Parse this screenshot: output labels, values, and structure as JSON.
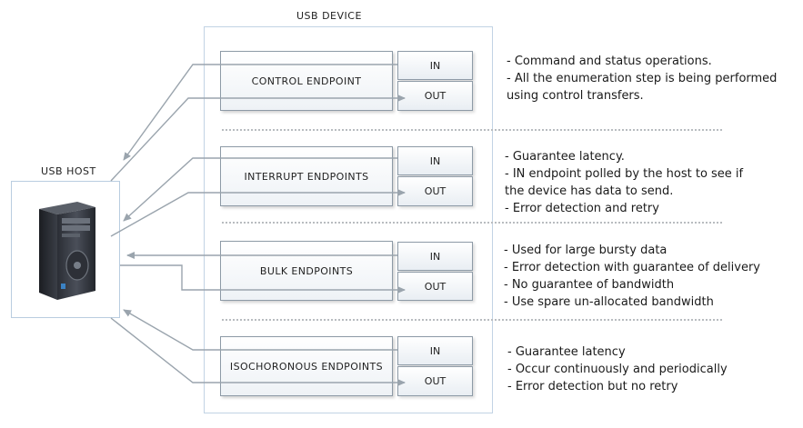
{
  "titles": {
    "host": "USB HOST",
    "device": "USB DEVICE"
  },
  "endpoints": [
    {
      "name": "CONTROL ENDPOINT",
      "in": "IN",
      "out": "OUT",
      "notes": [
        "- Command and status operations.",
        "- All the enumeration step is being performed",
        "using control transfers."
      ]
    },
    {
      "name": "INTERRUPT ENDPOINTS",
      "in": "IN",
      "out": "OUT",
      "notes": [
        "- Guarantee latency.",
        "- IN endpoint polled by the host to see if",
        "the device has data to send.",
        "- Error detection and retry"
      ]
    },
    {
      "name": "BULK ENDPOINTS",
      "in": "IN",
      "out": "OUT",
      "notes": [
        "- Used  for large bursty data",
        "- Error detection with guarantee of delivery",
        "- No guarantee of bandwidth",
        "- Use spare un-allocated bandwidth"
      ]
    },
    {
      "name": "ISOCHORONOUS ENDPOINTS",
      "in": "IN",
      "out": "OUT",
      "notes": [
        "- Guarantee latency",
        "- Occur continuously and periodically",
        "- Error detection but no retry"
      ]
    }
  ],
  "icons": {
    "host": "desktop-tower-computer-icon"
  }
}
